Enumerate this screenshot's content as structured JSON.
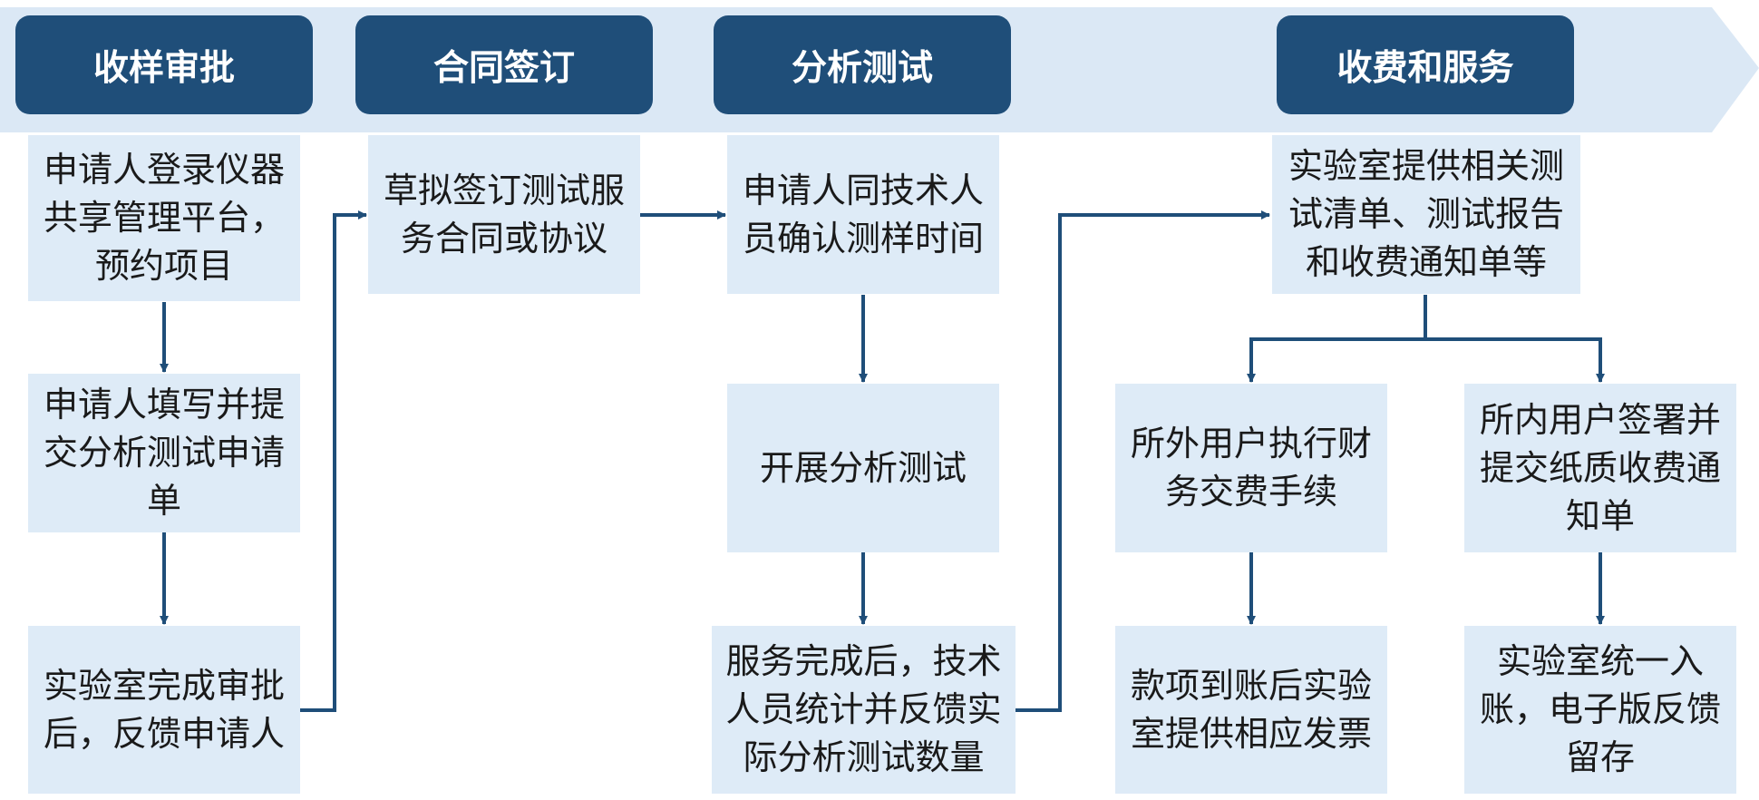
{
  "colors": {
    "banner": "#dbe8f5",
    "stage_fill": "#1f4e79",
    "box_fill": "#deebf7",
    "connector": "#1f4e79"
  },
  "stages": {
    "sample_approval": "收样审批",
    "contract": "合同签订",
    "testing": "分析测试",
    "billing": "收费和服务"
  },
  "steps": {
    "apply_login": "申请人登录仪器共享管理平台，预约项目",
    "fill_form": "申请人填写并提交分析测试申请单",
    "lab_approve": "实验室完成审批后，反馈申请人",
    "draft_contract": "草拟签订测试服务合同或协议",
    "confirm_time": "申请人同技术人员确认测样时间",
    "run_test": "开展分析测试",
    "service_done": "服务完成后，技术人员统计并反馈实际分析测试数量",
    "lab_provide": "实验室提供相关测试清单、测试报告和收费通知单等",
    "external_pay": "所外用户执行财务交费手续",
    "internal_sign": "所内用户签署并提交纸质收费通知单",
    "invoice": "款项到账后实验室提供相应发票",
    "unified_account": "实验室统一入账，电子版反馈留存"
  }
}
